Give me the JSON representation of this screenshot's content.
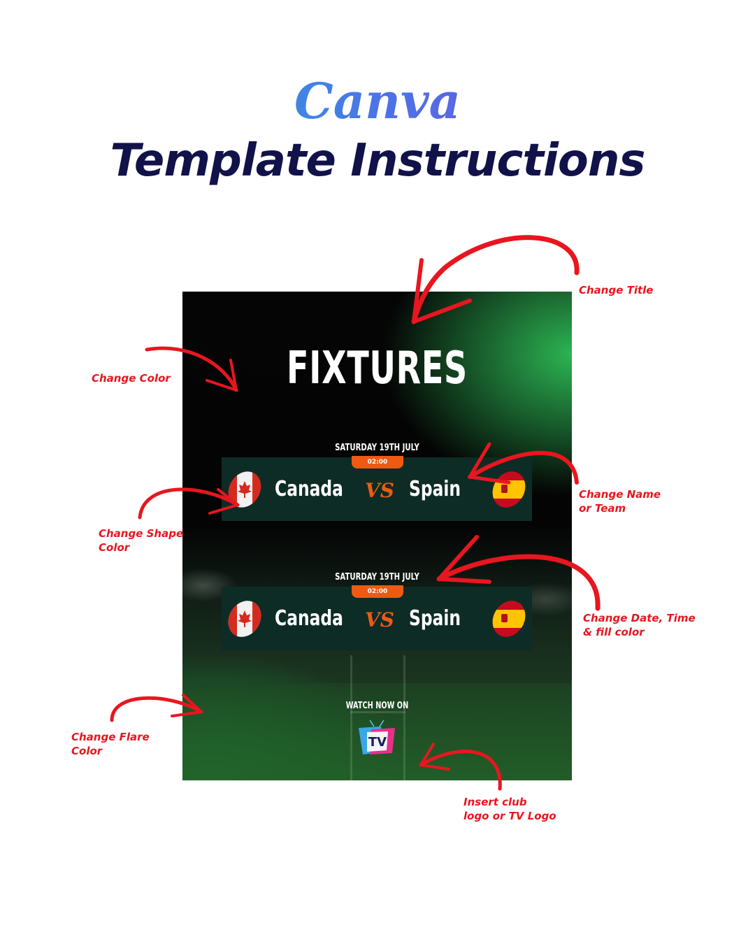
{
  "header": {
    "brand": "Canva",
    "title": "Template Instructions"
  },
  "poster": {
    "title": "FIXTURES",
    "matches": [
      {
        "date": "SATURDAY 19TH JULY",
        "time": "02:00",
        "home": "Canada",
        "away": "Spain",
        "vs": "VS"
      },
      {
        "date": "SATURDAY 19TH JULY",
        "time": "02:00",
        "home": "Canada",
        "away": "Spain",
        "vs": "VS"
      }
    ],
    "watch_label": "WATCH NOW ON",
    "tv_label": "TV",
    "icons": [
      "canada-flag-ball-icon",
      "spain-flag-ball-icon",
      "tv-logo-icon"
    ]
  },
  "callouts": {
    "title": "Change Title",
    "color": "Change Color",
    "name_line1": "Change Name",
    "name_line2": "or Team",
    "shape_line1": "Change Shape",
    "shape_line2": "Color",
    "date_line1": "Change Date, Time",
    "date_line2": "& fill color",
    "flare_line1": "Change Flare",
    "flare_line2": "Color",
    "logo_line1": "Insert club",
    "logo_line2": "logo or TV Logo"
  },
  "colors": {
    "headline": "#11124a",
    "callout_red": "#e8161f",
    "card_bg": "#0d2c25",
    "accent_orange": "#ee5a14",
    "flare_green": "#2db955"
  }
}
